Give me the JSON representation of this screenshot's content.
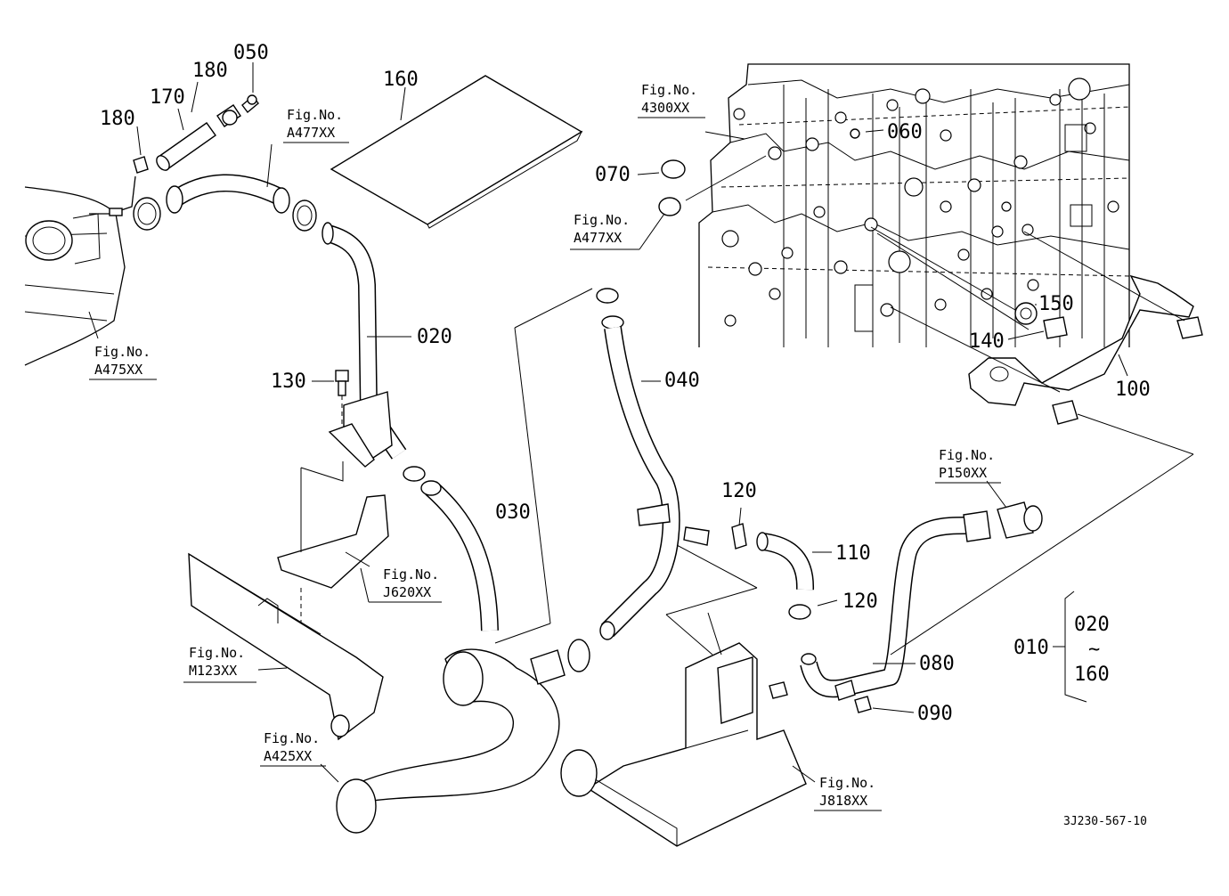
{
  "parts": {
    "p010": "010",
    "p020": "020",
    "p030": "030",
    "p040": "040",
    "p050": "050",
    "p060": "060",
    "p070": "070",
    "p080": "080",
    "p090": "090",
    "p100": "100",
    "p110": "110",
    "p120a": "120",
    "p120b": "120",
    "p130": "130",
    "p140": "140",
    "p150": "150",
    "p160": "160",
    "p170": "170",
    "p180a": "180",
    "p180b": "180"
  },
  "range": {
    "from": "020",
    "tilde": "~",
    "to": "160"
  },
  "figrefs": {
    "fig_label": "Fig.No.",
    "a477_top": "A477XX",
    "c4300": "4300XX",
    "a477_mid": "A477XX",
    "a475": "A475XX",
    "j620": "J620XX",
    "m123": "M123XX",
    "a425": "A425XX",
    "j818": "J818XX",
    "p150": "P150XX"
  },
  "drawing_number": "3J230-567-10"
}
